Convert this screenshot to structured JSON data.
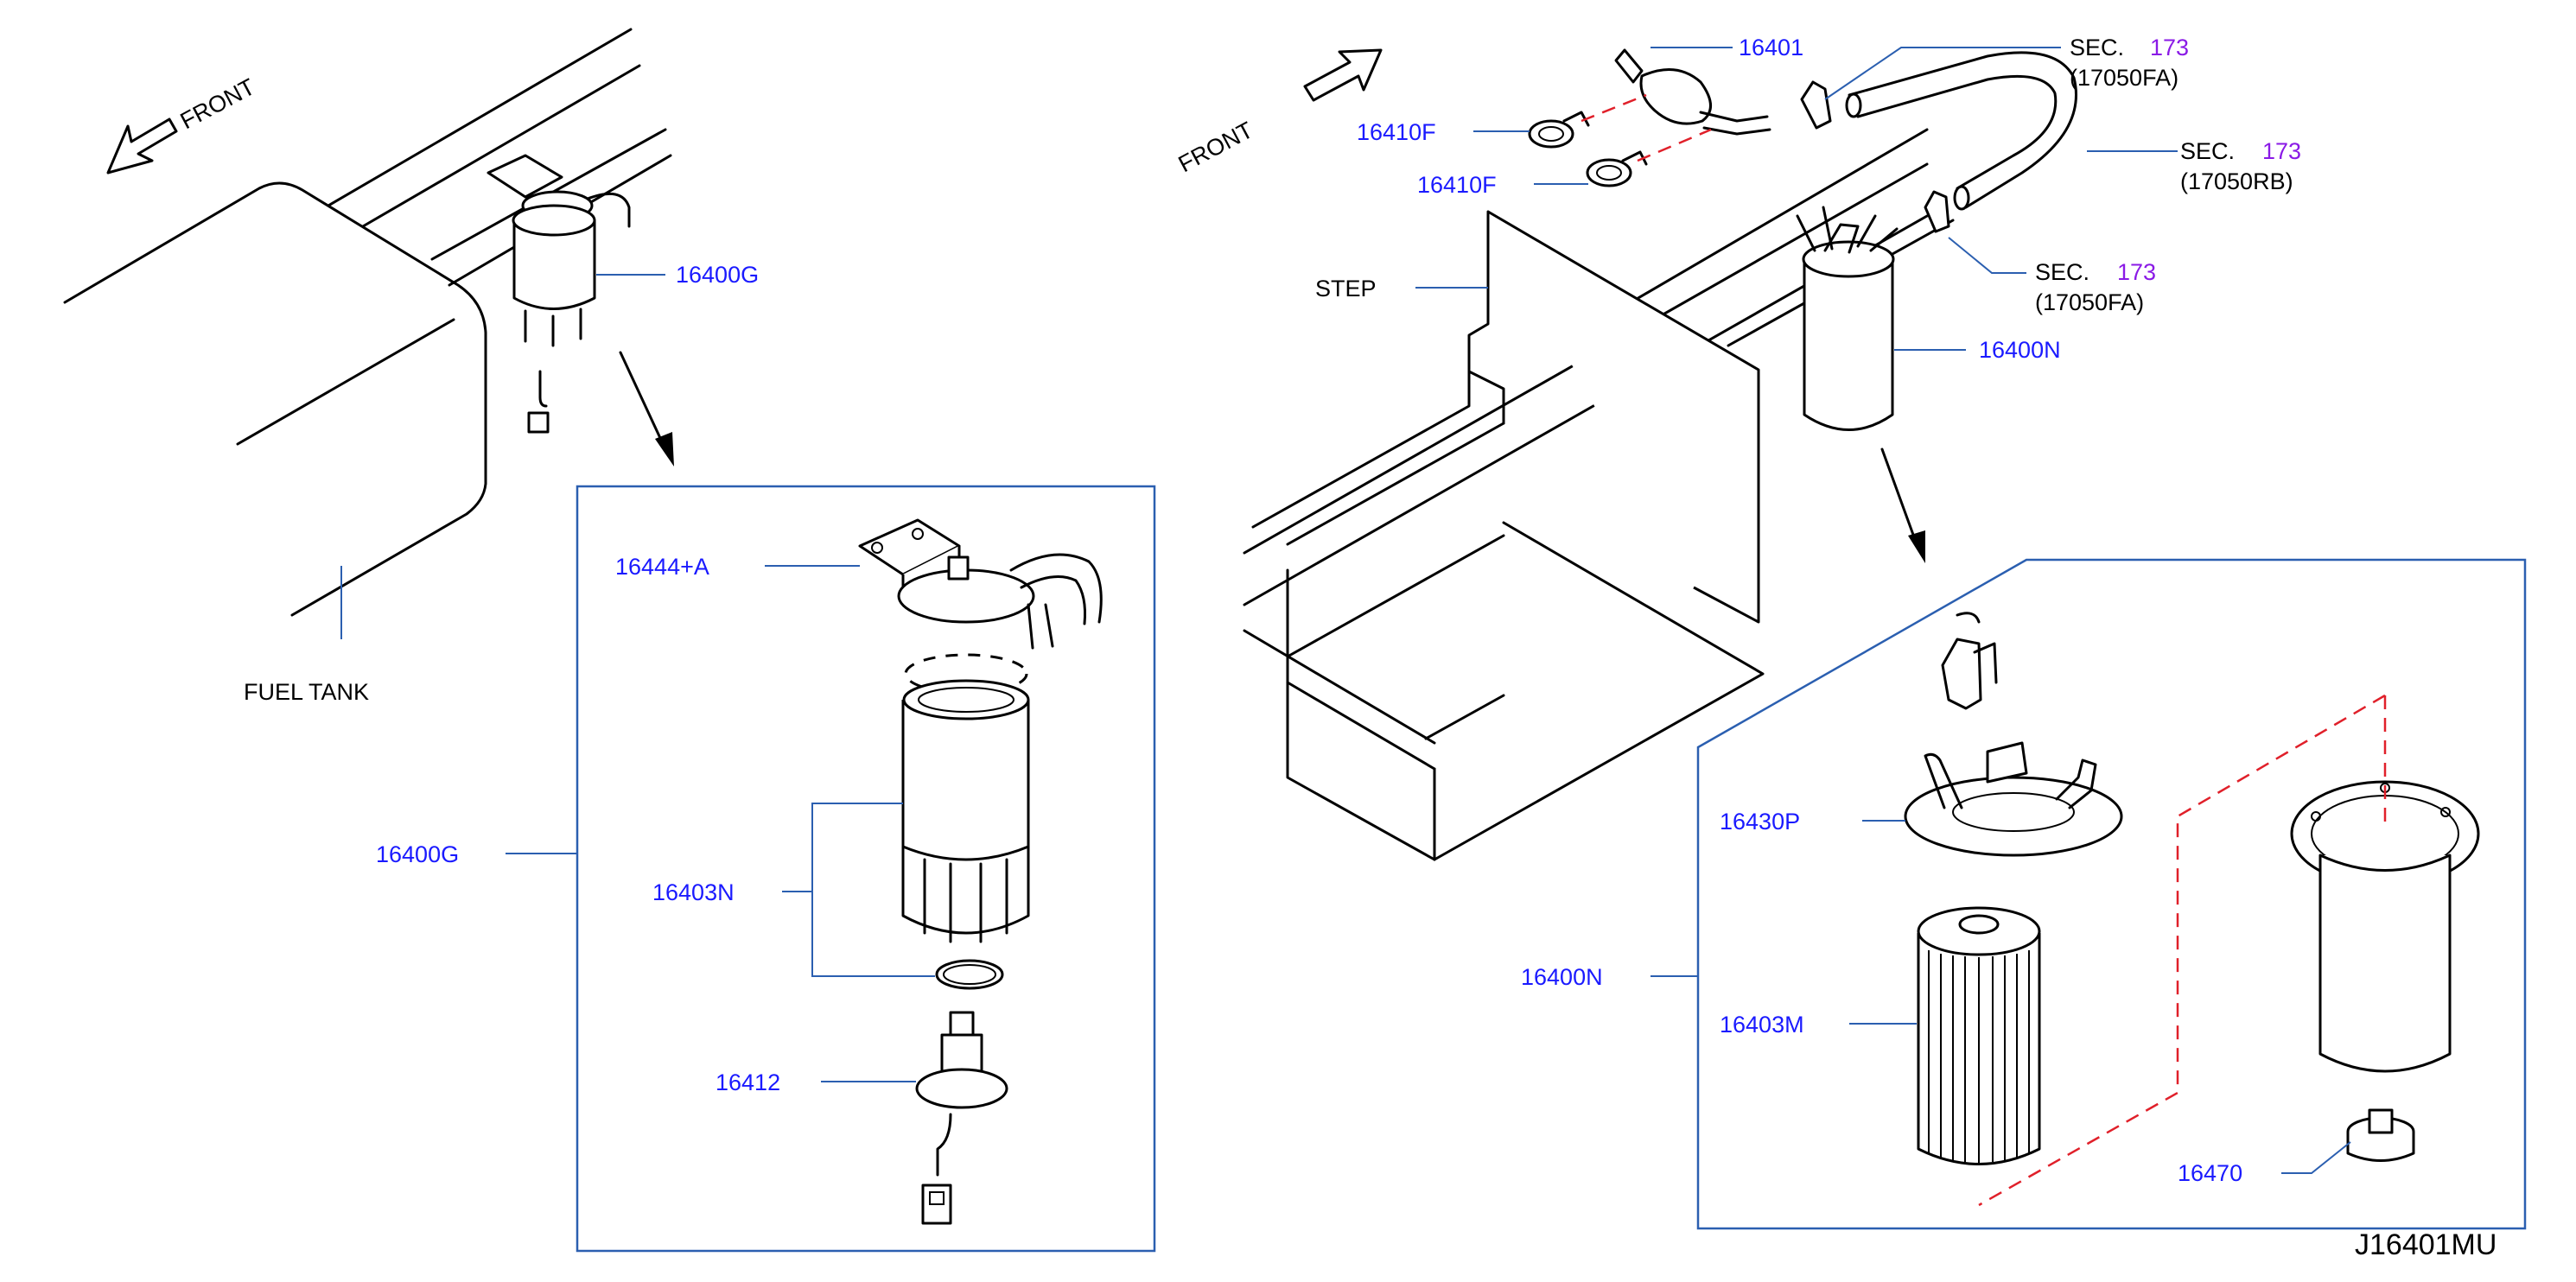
{
  "labels": {
    "front_left": "FRONT",
    "front_right": "FRONT",
    "fuel_tank": "FUEL TANK",
    "step": "STEP",
    "sec_prefix": "SEC.",
    "sec_number": "173",
    "sec_ref_1": "(17050FA)",
    "sec_ref_2": "(17050RB)",
    "sec_ref_3": "(17050FA)",
    "diagram_code": "J16401MU"
  },
  "part_numbers": {
    "p16400G_top": "16400G",
    "p16444A": "16444+A",
    "p16400G_box": "16400G",
    "p16403N": "16403N",
    "p16412": "16412",
    "p16401": "16401",
    "p16410F_a": "16410F",
    "p16410F_b": "16410F",
    "p16400N_top": "16400N",
    "p16430P": "16430P",
    "p16400N_box": "16400N",
    "p16403M": "16403M",
    "p16470": "16470"
  },
  "colors": {
    "part_number": "#1a1aff",
    "section_number": "#8a1ae6",
    "leader_frame": "#2b5fb0",
    "phantom_dash": "#e0202a"
  }
}
